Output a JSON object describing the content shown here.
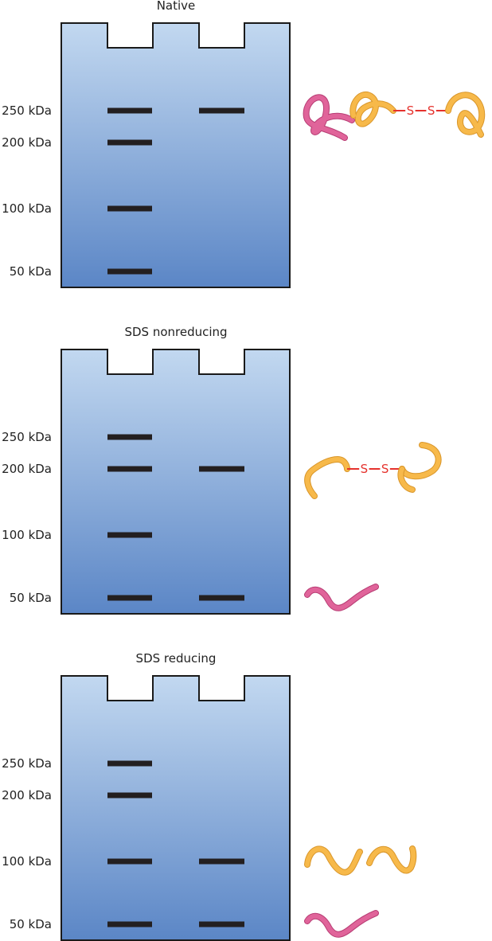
{
  "gels": [
    {
      "id": "native",
      "title": "Native",
      "markers": [
        {
          "label": "250 kDa",
          "kda": 250
        },
        {
          "label": "200 kDa",
          "kda": 200
        },
        {
          "label": "100 kDa",
          "kda": 100
        },
        {
          "label": "50 kDa",
          "kda": 50
        }
      ],
      "lanes": [
        {
          "lane": "ladder",
          "bands_kda": [
            250,
            200,
            100,
            50
          ]
        },
        {
          "lane": "sample",
          "bands_kda": [
            250
          ]
        }
      ],
      "illustrations": [
        {
          "at_kda": 250,
          "icon": "tetramer-disulfide-icon",
          "disulfide_text": "S–S"
        }
      ]
    },
    {
      "id": "sds-nonreducing",
      "title": "SDS nonreducing",
      "markers": [
        {
          "label": "250 kDa",
          "kda": 250
        },
        {
          "label": "200 kDa",
          "kda": 200
        },
        {
          "label": "100 kDa",
          "kda": 100
        },
        {
          "label": "50 kDa",
          "kda": 50
        }
      ],
      "lanes": [
        {
          "lane": "ladder",
          "bands_kda": [
            250,
            200,
            100,
            50
          ]
        },
        {
          "lane": "sample",
          "bands_kda": [
            200,
            50
          ]
        }
      ],
      "illustrations": [
        {
          "at_kda": 200,
          "icon": "linked-dimer-disulfide-icon",
          "disulfide_text": "S–S"
        },
        {
          "at_kda": 50,
          "icon": "pink-chain-icon"
        }
      ]
    },
    {
      "id": "sds-reducing",
      "title": "SDS reducing",
      "markers": [
        {
          "label": "250 kDa",
          "kda": 250
        },
        {
          "label": "200 kDa",
          "kda": 200
        },
        {
          "label": "100 kDa",
          "kda": 100
        },
        {
          "label": "50 kDa",
          "kda": 50
        }
      ],
      "lanes": [
        {
          "lane": "ladder",
          "bands_kda": [
            250,
            200,
            100,
            50
          ]
        },
        {
          "lane": "sample",
          "bands_kda": [
            100,
            50
          ]
        }
      ],
      "illustrations": [
        {
          "at_kda": 100,
          "icon": "two-yellow-chains-icon"
        },
        {
          "at_kda": 50,
          "icon": "pink-chain-icon"
        }
      ]
    }
  ],
  "colors": {
    "gel_top": "#c2d8f0",
    "gel_bottom": "#5b86c6",
    "band": "#231f20",
    "chain_yellow": "#f7b94a",
    "chain_pink": "#e0649a",
    "disulfide": "#e5322d"
  }
}
